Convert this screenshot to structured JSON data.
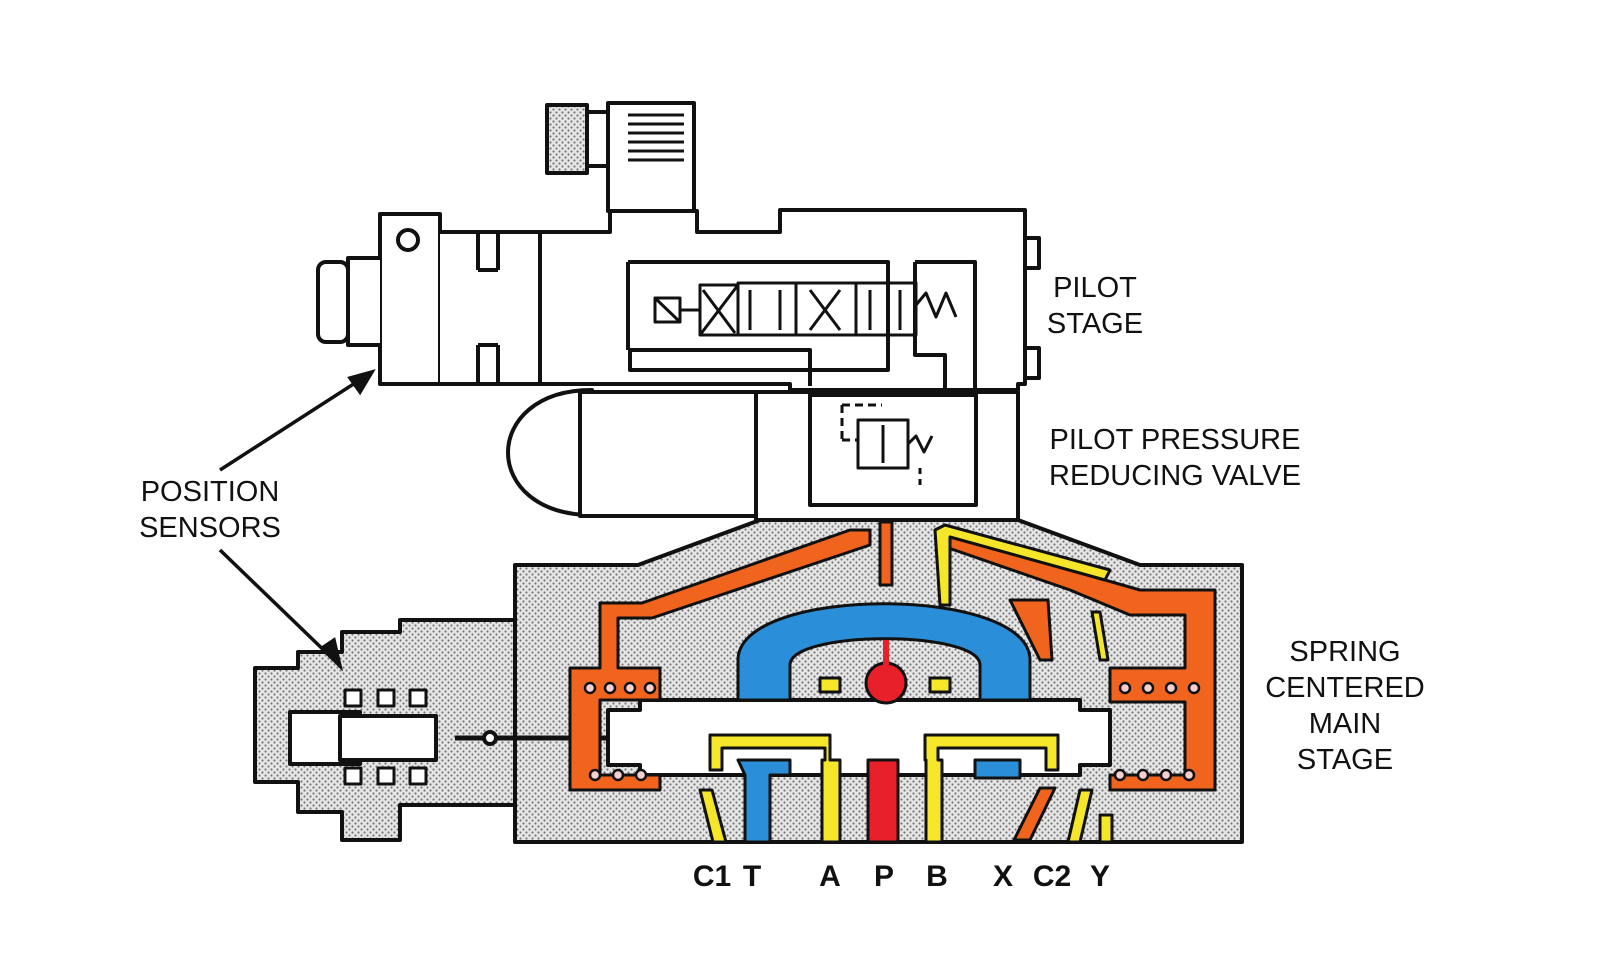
{
  "labels": {
    "pilot_stage": [
      "PILOT",
      "STAGE"
    ],
    "pilot_pressure_reducing_valve": [
      "PILOT PRESSURE",
      "REDUCING VALVE"
    ],
    "position_sensors": [
      "POSITION",
      "SENSORS"
    ],
    "main_stage": [
      "SPRING",
      "CENTERED",
      "MAIN",
      "STAGE"
    ]
  },
  "ports": [
    "C1",
    "T",
    "A",
    "P",
    "B",
    "X",
    "C2",
    "Y"
  ],
  "colors": {
    "outline": "#111111",
    "body_stipple": "#cfcfcf",
    "pilot_oil": "#f0641e",
    "pressure_oil": "#e8202a",
    "tank_return": "#2a8fd8",
    "working_ports": "#f5e62a"
  }
}
